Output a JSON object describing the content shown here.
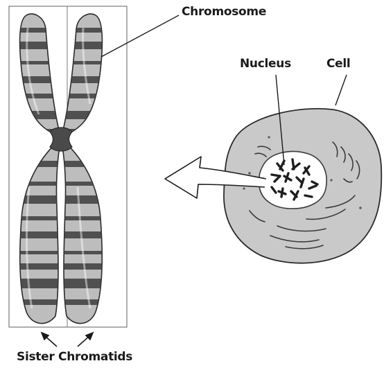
{
  "labels": {
    "chromosome": "Chromosome",
    "nucleus": "Nucleus",
    "cell": "Cell",
    "sister_chromatids": "Sister Chromatids"
  },
  "colors": {
    "chromatid_fill": "#bdbdbd",
    "band_dark": "#3e3e3e",
    "cell_fill": "#c9c9c9",
    "nucleus_fill": "#ffffff",
    "ink": "#1a1a1a"
  },
  "icons": {
    "arrow": "hollow-arrow-left-icon",
    "pointer": "small-arrow-icon"
  }
}
